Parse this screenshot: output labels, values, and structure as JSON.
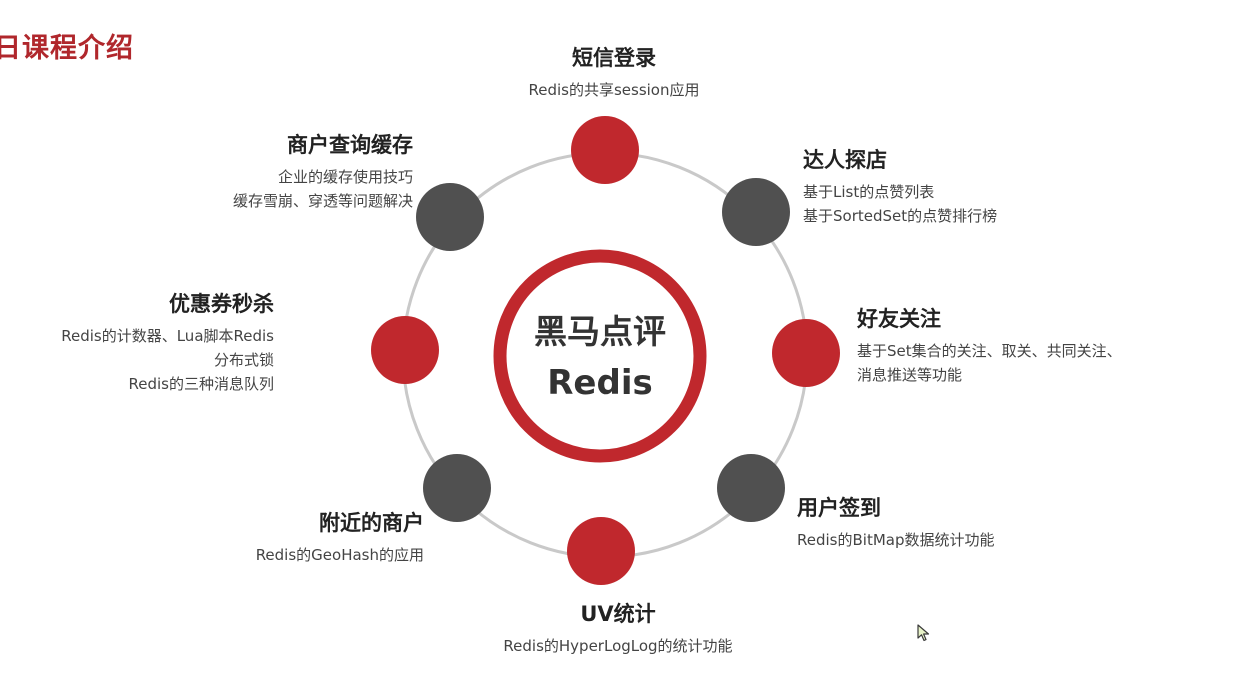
{
  "page": {
    "title": "日课程介绍"
  },
  "center": {
    "line1": "黑马点评",
    "line2": "Redis"
  },
  "colors": {
    "accent_red": "#c0282d",
    "node_gray": "#505050",
    "ring_gray": "#c9c9c9",
    "title_red": "#b0272c"
  },
  "nodes": [
    {
      "key": "sms",
      "color": "red",
      "title": "短信登录",
      "desc": [
        "Redis的共享session应用"
      ]
    },
    {
      "key": "expert",
      "color": "gray",
      "title": "达人探店",
      "desc": [
        "基于List的点赞列表",
        "基于SortedSet的点赞排行榜"
      ]
    },
    {
      "key": "follow",
      "color": "red",
      "title": "好友关注",
      "desc": [
        "基于Set集合的关注、取关、共同关注、",
        "消息推送等功能"
      ]
    },
    {
      "key": "signin",
      "color": "gray",
      "title": "用户签到",
      "desc": [
        "Redis的BitMap数据统计功能"
      ]
    },
    {
      "key": "uv",
      "color": "red",
      "title": "UV统计",
      "desc": [
        "Redis的HyperLogLog的统计功能"
      ]
    },
    {
      "key": "nearby",
      "color": "gray",
      "title": "附近的商户",
      "desc": [
        "Redis的GeoHash的应用"
      ]
    },
    {
      "key": "seckill",
      "color": "red",
      "title": "优惠券秒杀",
      "desc": [
        "Redis的计数器、Lua脚本Redis",
        "分布式锁",
        "Redis的三种消息队列"
      ]
    },
    {
      "key": "cache",
      "color": "gray",
      "title": "商户查询缓存",
      "desc": [
        "企业的缓存使用技巧",
        "缓存雪崩、穿透等问题解决"
      ]
    }
  ]
}
